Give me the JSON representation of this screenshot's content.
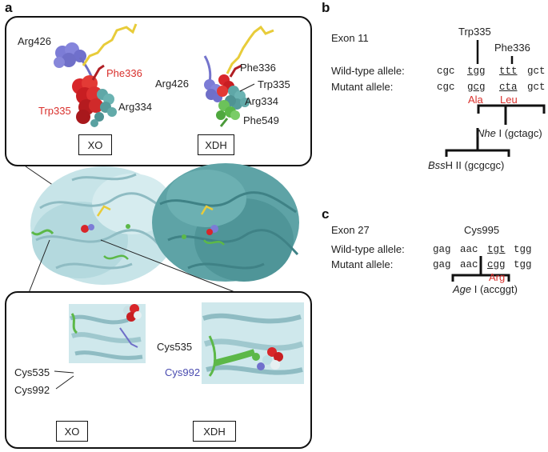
{
  "panels": {
    "a": "a",
    "b": "b",
    "c": "c"
  },
  "panel_a": {
    "top_labels": {
      "arg426_xo": "Arg426",
      "phe336_xo": "Phe336",
      "trp335_xo": "Trp335",
      "arg334_xo": "Arg334",
      "phe336_xdh": "Phe336",
      "arg426_xdh": "Arg426",
      "trp335_xdh": "Trp335",
      "arg334_xdh": "Arg334",
      "phe549_xdh": "Phe549"
    },
    "top_boxes": {
      "xo": "XO",
      "xdh": "XDH"
    },
    "bottom_labels": {
      "cys535_xo": "Cys535",
      "cys992_xo": "Cys992",
      "cys535_xdh": "Cys535",
      "cys992_xdh": "Cys992"
    },
    "bottom_boxes": {
      "xo": "XO",
      "xdh": "XDH"
    }
  },
  "panel_b": {
    "exon": "Exon 11",
    "markers": {
      "trp": "Trp335",
      "phe": "Phe336"
    },
    "wild_label": "Wild-type allele:",
    "mutant_label": "Mutant allele:",
    "wild_codons": [
      "cgc",
      "tgg",
      "ttt",
      "gct"
    ],
    "mutant_codons": [
      "cgc",
      "gcg",
      "cta",
      "gct"
    ],
    "aa": {
      "ala": "Ala",
      "leu": "Leu"
    },
    "nhe": {
      "enzyme": "Nhe",
      "rest": " I (gctagc)"
    },
    "bss": {
      "enzyme": "Bss",
      "rest": "H II (gcgcgc)"
    }
  },
  "panel_c": {
    "exon": "Exon 27",
    "marker": "Cys995",
    "wild_label": "Wild-type allele:",
    "mutant_label": "Mutant allele:",
    "wild_codons": [
      "gag",
      "aac",
      "tgt",
      "tgg"
    ],
    "mutant_codons": [
      "gag",
      "aac",
      "cgg",
      "tgg"
    ],
    "aa": "Arg",
    "age": {
      "enzyme": "Age",
      "rest": " I (accggt)"
    }
  },
  "colors": {
    "red": "#d9302c",
    "purple": "#7c7cd6",
    "teal": "#5fa7a7",
    "lightcyan": "#b9dde1",
    "green": "#5cb848",
    "yellow": "#f0dc50"
  }
}
